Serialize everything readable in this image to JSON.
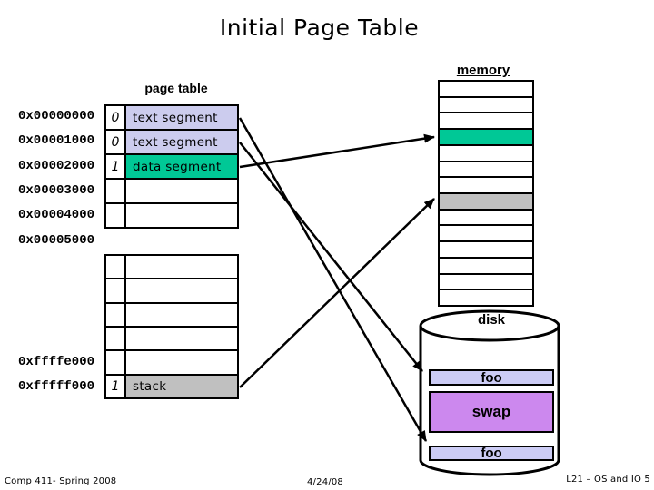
{
  "title": "Initial Page Table",
  "labels": {
    "page_table": "page table",
    "memory": "memory",
    "disk": "disk"
  },
  "colors": {
    "lavender": "#ccccee",
    "green": "#00c896",
    "gray": "#c0c0c0",
    "foo_fill": "#ccccf5",
    "swap_fill": "#cc88ee",
    "line": "#000000",
    "none": "transparent"
  },
  "page_table": {
    "upper_rows": [
      {
        "address": "0x00000000",
        "flag": "0",
        "label": "text segment",
        "fill": "lavender"
      },
      {
        "address": "0x00001000",
        "flag": "0",
        "label": "text segment",
        "fill": "lavender"
      },
      {
        "address": "0x00002000",
        "flag": "1",
        "label": "data segment",
        "fill": "green"
      },
      {
        "address": "0x00003000",
        "flag": "",
        "label": "",
        "fill": "none"
      },
      {
        "address": "0x00004000",
        "flag": "",
        "label": "",
        "fill": "none"
      }
    ],
    "gap_address": "0x00005000",
    "lower_rows": [
      {
        "address": "",
        "flag": "",
        "label": "",
        "fill": "none"
      },
      {
        "address": "",
        "flag": "",
        "label": "",
        "fill": "none"
      },
      {
        "address": "",
        "flag": "",
        "label": "",
        "fill": "none"
      },
      {
        "address": "",
        "flag": "",
        "label": "",
        "fill": "none"
      },
      {
        "address": "0xffffe000",
        "flag": "",
        "label": "",
        "fill": "none"
      },
      {
        "address": "0xfffff000",
        "flag": "1",
        "label": "stack",
        "fill": "gray"
      }
    ]
  },
  "memory": {
    "row_count": 14,
    "green_row_index": 3,
    "gray_row_index": 7
  },
  "disk": {
    "items": [
      {
        "label": "foo",
        "fill": "foo_fill"
      },
      {
        "label": "swap",
        "fill": "swap_fill"
      },
      {
        "label": "foo",
        "fill": "foo_fill"
      }
    ]
  },
  "footer": {
    "left": "Comp 411- Spring 2008",
    "center": "4/24/08",
    "right": "L21 – OS and IO 5"
  }
}
